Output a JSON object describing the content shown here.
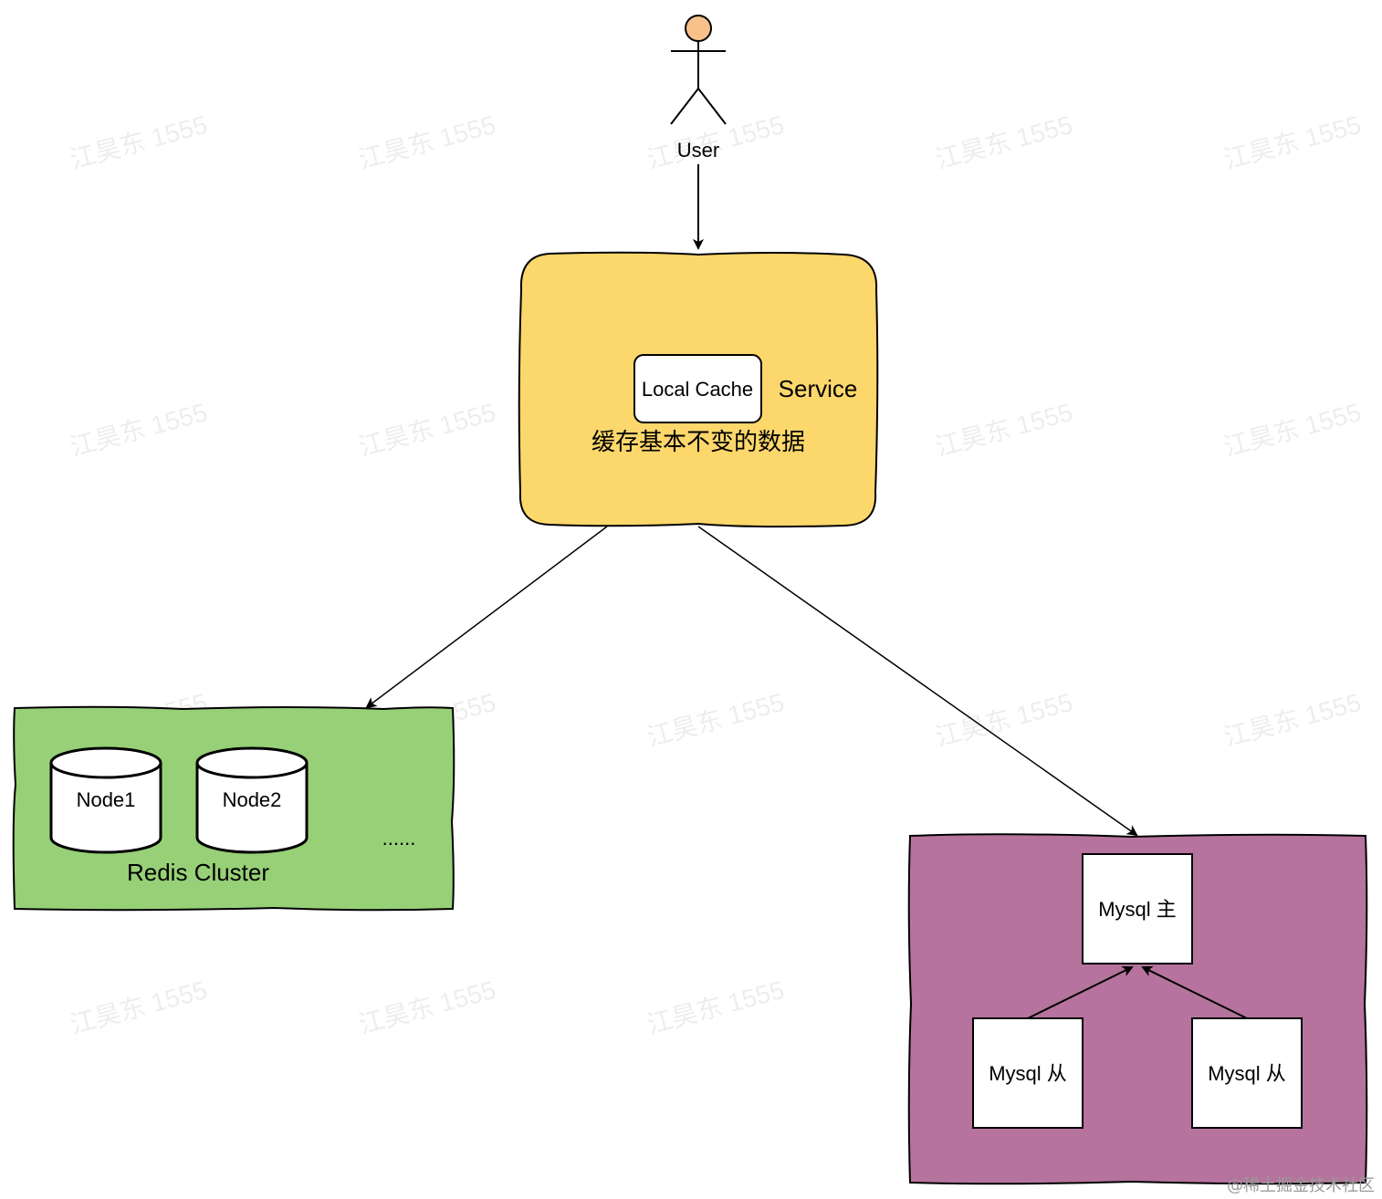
{
  "actor": {
    "label": "User"
  },
  "service": {
    "label": "Service",
    "local_cache_label": "Local Cache",
    "note": "缓存基本不变的数据",
    "fill": "#FCD76B"
  },
  "redis": {
    "label": "Redis Cluster",
    "nodes": [
      "Node1",
      "Node2"
    ],
    "ellipsis": "......",
    "fill": "#97D077"
  },
  "mysql": {
    "fill": "#B5739D",
    "master": "Mysql 主",
    "slaves": [
      "Mysql 从",
      "Mysql 从"
    ]
  },
  "watermark": "江昊东 1555",
  "footer": "@稀土掘金技术社区"
}
